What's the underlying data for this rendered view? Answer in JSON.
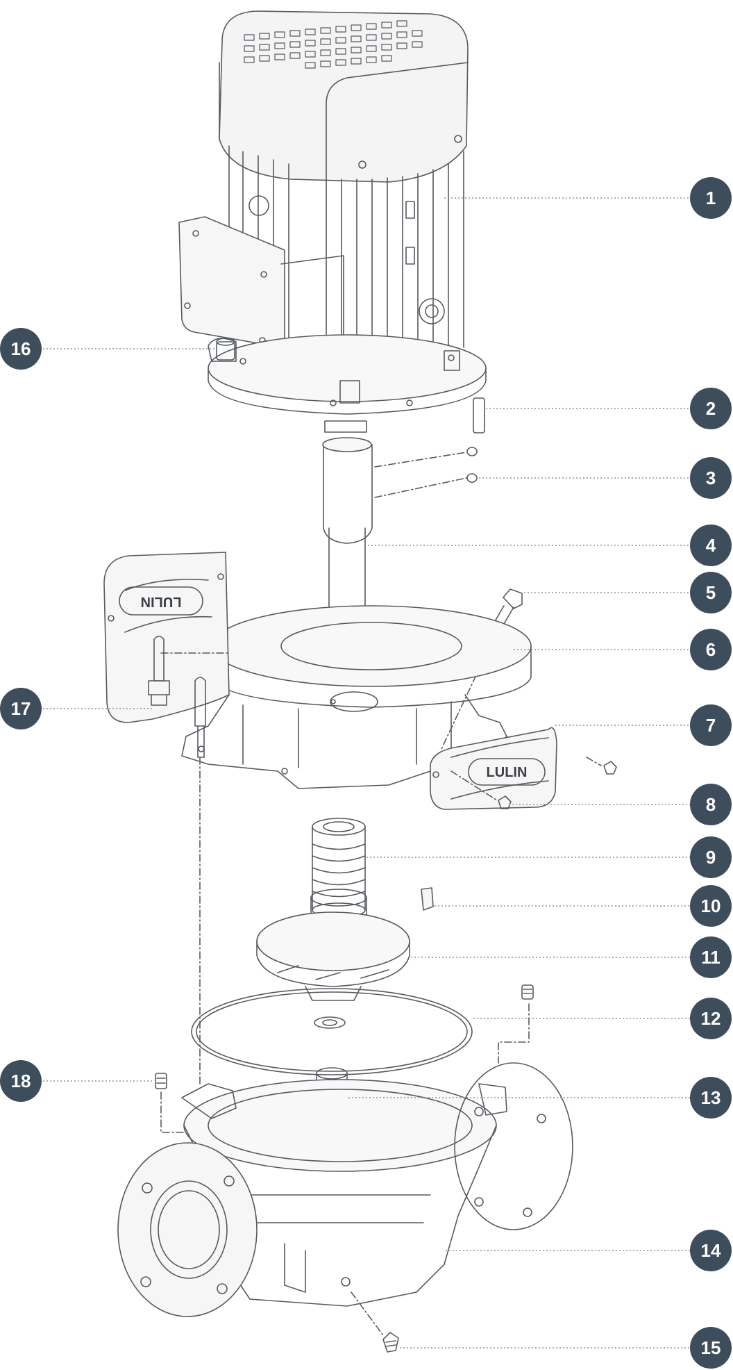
{
  "diagram": {
    "callouts": [
      "1",
      "2",
      "3",
      "4",
      "5",
      "6",
      "7",
      "8",
      "9",
      "10",
      "11",
      "12",
      "13",
      "14",
      "15",
      "16",
      "17",
      "18"
    ],
    "brand_text": [
      "LULIN",
      "LULIN"
    ],
    "colors": {
      "badge_fill": "#3d4d5c",
      "badge_text": "#ffffff",
      "line": "#555a60",
      "leader": "#8a8f95"
    }
  }
}
